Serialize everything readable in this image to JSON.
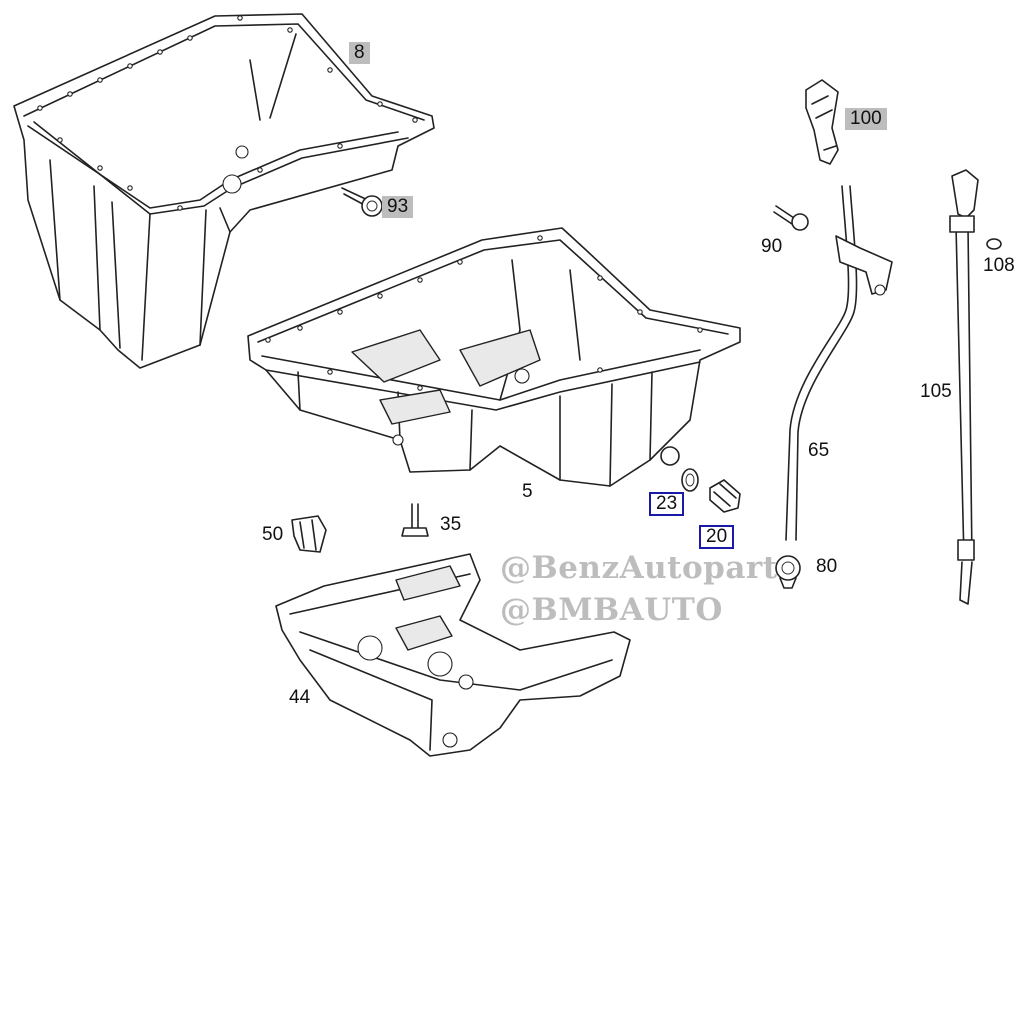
{
  "parts": [
    {
      "id": "p8",
      "label": "8",
      "style": "grey"
    },
    {
      "id": "p93",
      "label": "93",
      "style": "grey"
    },
    {
      "id": "p100",
      "label": "100",
      "style": "grey"
    },
    {
      "id": "p90",
      "label": "90",
      "style": "plain"
    },
    {
      "id": "p108",
      "label": "108",
      "style": "plain"
    },
    {
      "id": "p105",
      "label": "105",
      "style": "plain"
    },
    {
      "id": "p65",
      "label": "65",
      "style": "plain"
    },
    {
      "id": "p5",
      "label": "5",
      "style": "plain"
    },
    {
      "id": "p23",
      "label": "23",
      "style": "boxed"
    },
    {
      "id": "p20",
      "label": "20",
      "style": "boxed"
    },
    {
      "id": "p80",
      "label": "80",
      "style": "plain"
    },
    {
      "id": "p35",
      "label": "35",
      "style": "plain"
    },
    {
      "id": "p50",
      "label": "50",
      "style": "plain"
    },
    {
      "id": "p44",
      "label": "44",
      "style": "plain"
    }
  ],
  "watermarks": [
    "@BenzAutopart",
    "@BMBAUTO"
  ],
  "colors": {
    "highlight_box": "#1a1aa6",
    "grey_tag": "#bdbdbd",
    "watermark": "#bdbdbd"
  }
}
